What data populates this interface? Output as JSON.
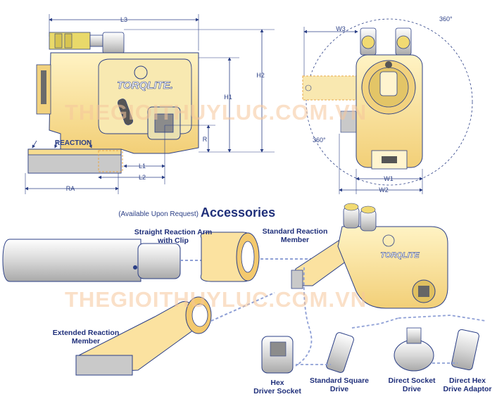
{
  "dimensions": {
    "L3": "L3",
    "H2": "H2",
    "H1": "H1",
    "R": "R",
    "L1": "L1",
    "L2": "L2",
    "RA": "RA",
    "W3": "W3",
    "W1": "W1",
    "W2": "W2",
    "angle_top": "360°",
    "angle_left": "360°"
  },
  "tool": {
    "brand": "TORQLITE.",
    "reaction_label": "REACTION",
    "body_brand": "TORQLITE"
  },
  "accessories": {
    "subtitle": "(Available Upon Request)",
    "title": "Accessories",
    "labels": {
      "straight_arm": "Straight Reaction Arm\nwith Clip",
      "standard_member": "Standard Reaction\nMember",
      "extended_member": "Extended Reaction\nMember",
      "hex_socket": "Hex\nDriver Socket",
      "square_drive": "Standard Square\nDrive",
      "direct_socket": "Direct Socket\nDrive",
      "direct_hex": "Direct Hex\nDrive Adaptor"
    }
  },
  "watermark": "THEGIOITHUYLUC.COM.VN",
  "colors": {
    "body": "#fbe6a4",
    "body_dark": "#f0c866",
    "outline": "#2b3f86",
    "steel": "#c9c9c9"
  }
}
